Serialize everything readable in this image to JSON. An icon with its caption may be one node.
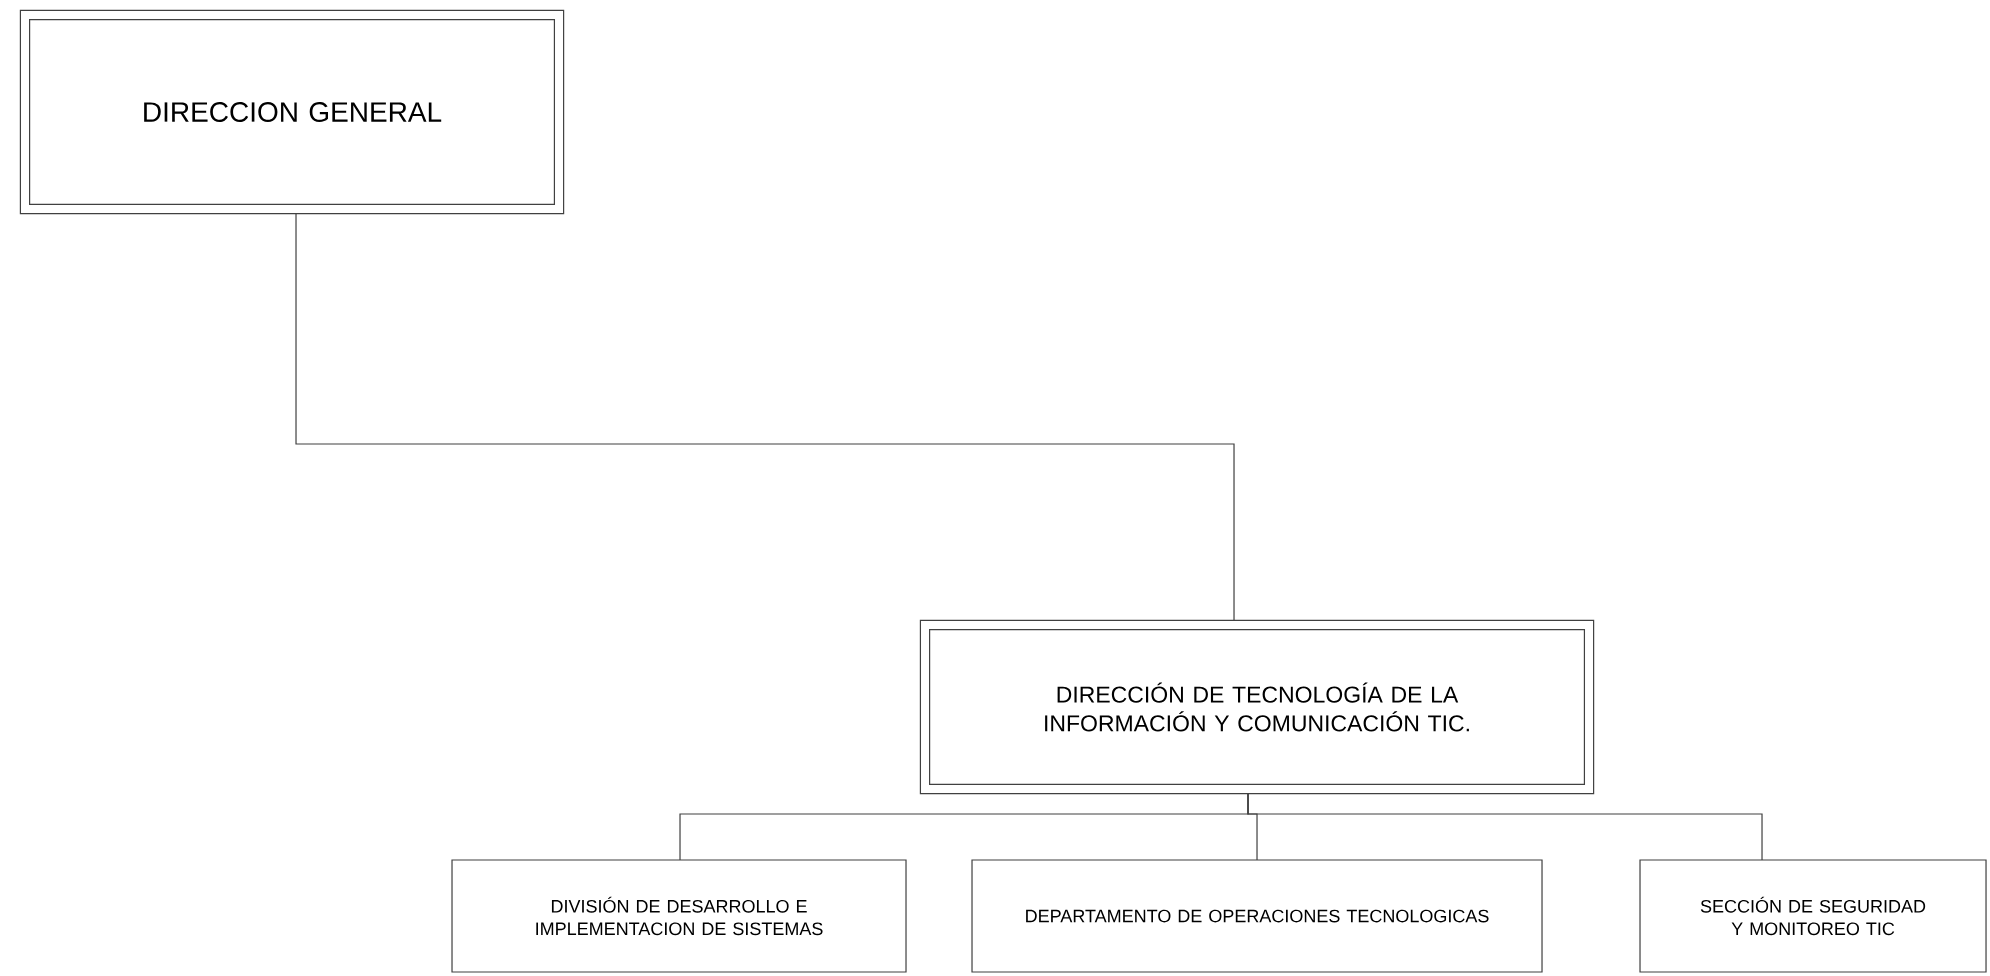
{
  "diagram": {
    "nodes": [
      {
        "text": [
          "DIRECCION GENERAL"
        ]
      },
      {
        "text": [
          "DIRECCIÓN DE TECNOLOGÍA DE LA INFORMACIÓN Y COMUNICACIÓN TIC."
        ]
      },
      {
        "text": [
          "DIVISIÓN DE DESARROLLO E IMPLEMENTACION DE SISTEMAS"
        ]
      },
      {
        "text": [
          "DEPARTAMENTO DE OPERACIONES TECNOLOGICAS"
        ]
      },
      {
        "text": [
          "SECCIÓN DE SEGURIDAD Y MONITOREO TIC"
        ]
      }
    ],
    "edges": [
      {
        "from": 0,
        "to": 1,
        "arrow": "none"
      },
      {
        "from": 1,
        "to": 2,
        "arrow": "none"
      },
      {
        "from": 1,
        "to": 3,
        "arrow": "none"
      },
      {
        "from": 1,
        "to": 4,
        "arrow": "none"
      }
    ]
  }
}
